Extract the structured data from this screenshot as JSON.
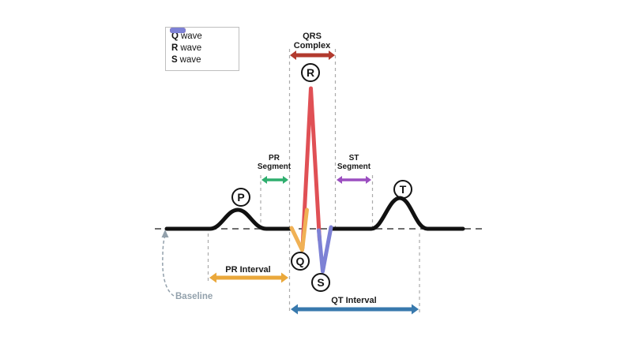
{
  "legend": {
    "items": [
      {
        "letter": "Q",
        "text": "wave",
        "color": "#F0B155"
      },
      {
        "letter": "R",
        "text": "wave",
        "color": "#E05055"
      },
      {
        "letter": "S",
        "text": "wave",
        "color": "#7D81D5"
      }
    ]
  },
  "labels": {
    "qrs_complex": "QRS\nComplex",
    "pr_segment": "PR\nSegment",
    "st_segment": "ST\nSegment",
    "pr_interval": "PR Interval",
    "qt_interval": "QT Interval",
    "baseline": "Baseline"
  },
  "waves": {
    "p": "P",
    "q": "Q",
    "r": "R",
    "s": "S",
    "t": "T"
  },
  "colors": {
    "trace": "#111111",
    "q_wave": "#F0B155",
    "r_wave": "#E05055",
    "s_wave": "#7D81D5",
    "qrs_arrow": "#B23A2E",
    "pr_segment_arrow": "#2FAE6E",
    "st_segment_arrow": "#9B4EC0",
    "pr_interval_arrow": "#EAA83B",
    "qt_interval_arrow": "#3879AD",
    "baseline_label": "#93A1AC",
    "guide_line": "#ABABAB",
    "baseline_dash": "#6E6E6E"
  }
}
